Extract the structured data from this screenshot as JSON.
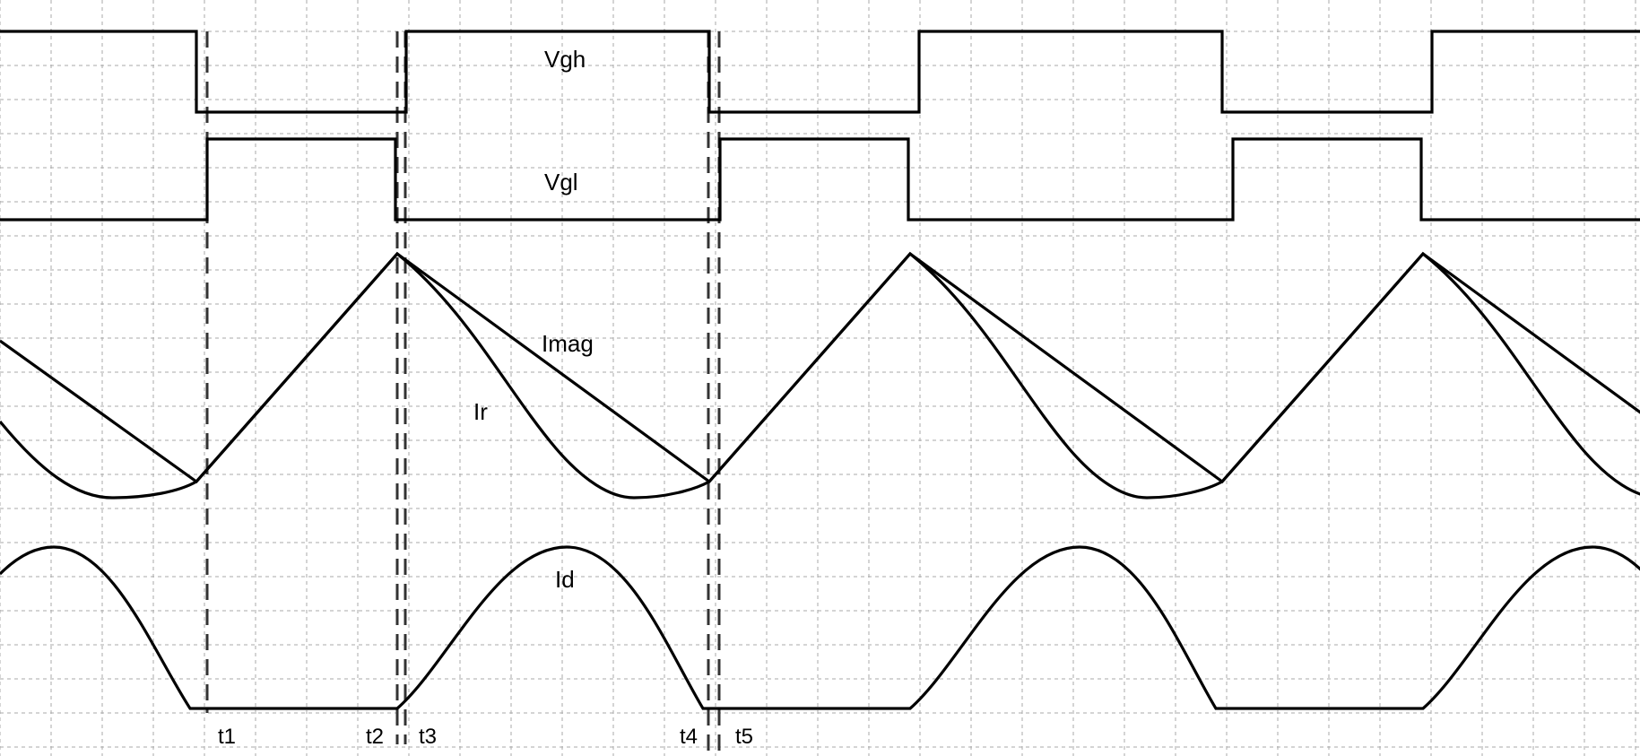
{
  "labels": {
    "vgh": "Vgh",
    "vgl": "Vgl",
    "imag": "Imag",
    "ir": "Ir",
    "id": "Id"
  },
  "markers": [
    {
      "label": "t1"
    },
    {
      "label": "t2"
    },
    {
      "label": "t3"
    },
    {
      "label": "t4"
    },
    {
      "label": "t5"
    }
  ],
  "colors": {
    "background": "#ffffff",
    "grid": "#a8a8a8",
    "trace": "#000000",
    "marker": "#333333"
  }
}
